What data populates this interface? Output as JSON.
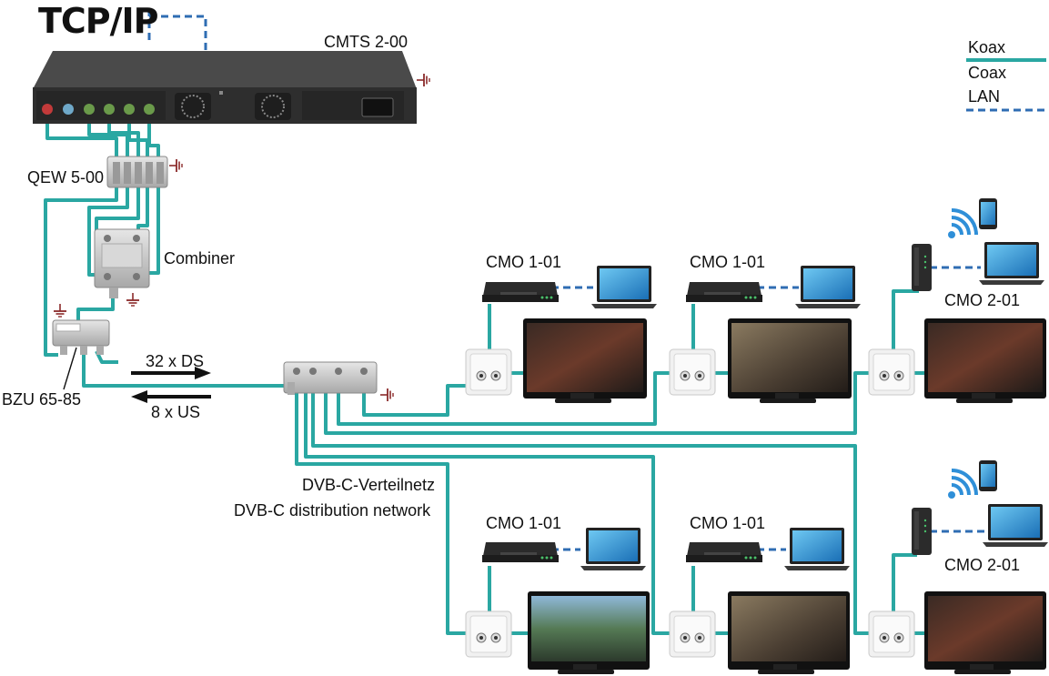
{
  "title": "TCP/IP",
  "labels": {
    "cmts": "CMTS 2-00",
    "qew": "QEW 5-00",
    "combiner": "Combiner",
    "bzu": "BZU 65-85",
    "ds": "32 x DS",
    "us": "8 x US",
    "dvbc_de": "DVB-C-Verteilnetz",
    "dvbc_en": "DVB-C distribution network",
    "cmo_a": "CMO 1-01",
    "cmo_b": "CMO 1-01",
    "cmo_c": "CMO 2-01",
    "cmo_d": "CMO 1-01",
    "cmo_e": "CMO 1-01",
    "cmo_f": "CMO 2-01"
  },
  "legend": {
    "koax": "Koax",
    "coax": "Coax",
    "lan": "LAN"
  },
  "colors": {
    "coax": "#2aa7a2",
    "lan": "#2f6db3",
    "ground": "#8b2a2a",
    "device_dark": "#2b2b2b"
  }
}
